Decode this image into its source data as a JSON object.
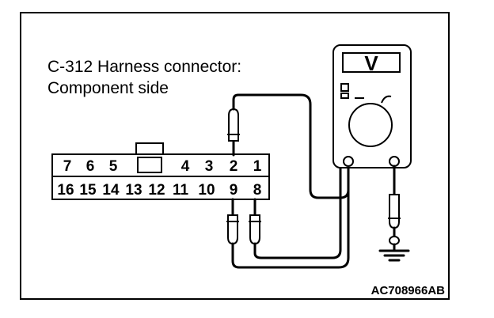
{
  "caption": {
    "line1": "C-312 Harness connector:",
    "line2": "Component side"
  },
  "connector": {
    "top_row": [
      "7",
      "6",
      "5",
      "",
      "4",
      "3",
      "2",
      "1"
    ],
    "bottom_row": [
      "16",
      "15",
      "14",
      "13",
      "12",
      "11",
      "10",
      "9",
      "8"
    ]
  },
  "meter": {
    "display_symbol": "V"
  },
  "figure_code": "AC708966AB"
}
